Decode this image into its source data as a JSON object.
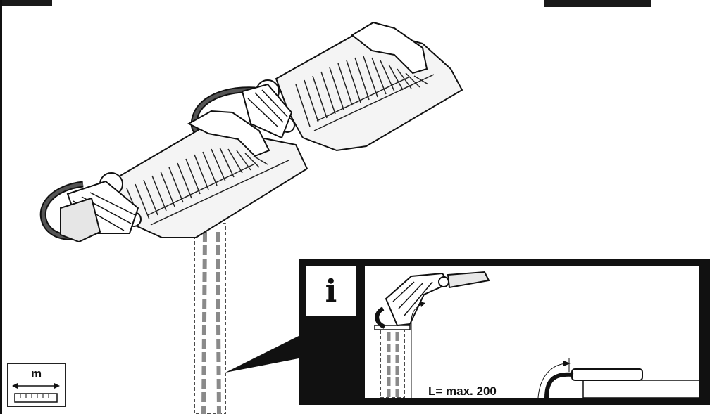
{
  "info_panel": {
    "badge_glyph": "i",
    "length_note": "L= max. 200"
  },
  "unit_indicator": {
    "unit": "m"
  },
  "colors": {
    "ink": "#111111",
    "paper": "#ffffff",
    "cable_grey": "#888888"
  }
}
